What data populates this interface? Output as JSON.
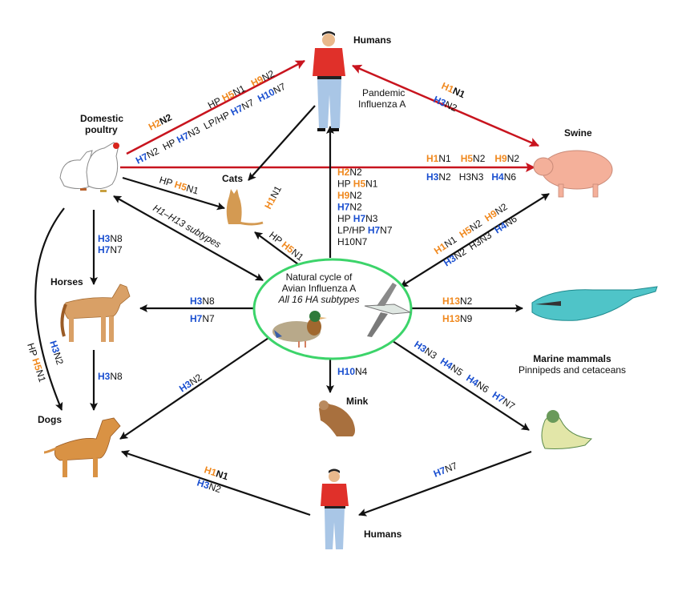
{
  "colors": {
    "orange": "#F0891F",
    "blue": "#1A4FD0",
    "black": "#111111",
    "red_arrow": "#C8141E",
    "center_ellipse": "#3CD46A"
  },
  "center": {
    "line1": "Natural cycle of",
    "line2": "Avian Influenza A",
    "line3": "All 16 HA subtypes"
  },
  "nodes": {
    "humans_top": {
      "title": "Humans",
      "sub1": "Pandemic",
      "sub2": "Influenza A"
    },
    "swine": {
      "title": "Swine"
    },
    "poultry": {
      "title1": "Domestic",
      "title2": "poultry"
    },
    "cats": {
      "title": "Cats"
    },
    "horses": {
      "title": "Horses"
    },
    "dogs": {
      "title": "Dogs"
    },
    "mink": {
      "title": "Mink"
    },
    "marine": {
      "title": "Marine mammals",
      "sub": "Pinnipeds and cetaceans"
    },
    "humans_bottom": {
      "title": "Humans"
    }
  },
  "edges": {
    "poultry_to_humans": {
      "upper": [
        [
          {
            "t": "H2",
            "c": "orange"
          },
          {
            "t": "N2",
            "c": "black",
            "b": true
          }
        ],
        [
          {
            "t": "HP ",
            "c": "black"
          },
          {
            "t": "H5",
            "c": "orange"
          },
          {
            "t": "N1",
            "c": "black"
          }
        ],
        [
          {
            "t": "H9",
            "c": "orange"
          },
          {
            "t": "N2",
            "c": "black"
          }
        ]
      ],
      "lower": [
        [
          {
            "t": "H7",
            "c": "blue"
          },
          {
            "t": "N2",
            "c": "black"
          }
        ],
        [
          {
            "t": "HP ",
            "c": "black"
          },
          {
            "t": "H7",
            "c": "blue"
          },
          {
            "t": "N3",
            "c": "black"
          }
        ],
        [
          {
            "t": "LP/HP ",
            "c": "black"
          },
          {
            "t": "H7",
            "c": "blue"
          },
          {
            "t": "N7",
            "c": "black"
          }
        ],
        [
          {
            "t": "H10",
            "c": "blue"
          },
          {
            "t": "N7",
            "c": "black"
          }
        ]
      ]
    },
    "humans_swine": {
      "upper": [
        [
          {
            "t": "H1",
            "c": "orange"
          },
          {
            "t": "N1",
            "c": "black",
            "b": true
          }
        ]
      ],
      "lower": [
        [
          {
            "t": "H3",
            "c": "blue"
          },
          {
            "t": "N2",
            "c": "black"
          }
        ]
      ]
    },
    "poultry_to_swine": {
      "upper": [
        [
          {
            "t": "H1",
            "c": "orange"
          },
          {
            "t": "N1",
            "c": "black"
          }
        ],
        [
          {
            "t": "H5",
            "c": "orange"
          },
          {
            "t": "N2",
            "c": "black"
          }
        ],
        [
          {
            "t": "H9",
            "c": "orange"
          },
          {
            "t": "N2",
            "c": "black"
          }
        ]
      ],
      "lower": [
        [
          {
            "t": "H3",
            "c": "blue"
          },
          {
            "t": "N2",
            "c": "black"
          }
        ],
        [
          {
            "t": "H3N3",
            "c": "black"
          }
        ],
        [
          {
            "t": "H4",
            "c": "blue"
          },
          {
            "t": "N6",
            "c": "black"
          }
        ]
      ]
    },
    "poultry_to_cats": [
      [
        {
          "t": "HP ",
          "c": "black"
        },
        {
          "t": "H5",
          "c": "orange"
        },
        {
          "t": "N1",
          "c": "black"
        }
      ]
    ],
    "humans_to_cats": [
      [
        {
          "t": "H1",
          "c": "orange"
        },
        {
          "t": "N1",
          "c": "black"
        }
      ]
    ],
    "avian_to_cats": [
      [
        {
          "t": "HP ",
          "c": "black"
        },
        {
          "t": "H5",
          "c": "orange"
        },
        {
          "t": "N1",
          "c": "black"
        }
      ]
    ],
    "avian_poultry": [
      [
        {
          "t": "H1–H13 subtypes",
          "c": "black",
          "i": true
        }
      ]
    ],
    "avian_to_humans": [
      [
        {
          "t": "H2",
          "c": "orange"
        },
        {
          "t": "N2",
          "c": "black"
        }
      ],
      [
        {
          "t": "HP ",
          "c": "black"
        },
        {
          "t": "H5",
          "c": "orange"
        },
        {
          "t": "N1",
          "c": "black"
        }
      ],
      [
        {
          "t": "H9",
          "c": "orange"
        },
        {
          "t": "N2",
          "c": "black"
        }
      ],
      [
        {
          "t": "H7",
          "c": "blue"
        },
        {
          "t": "N2",
          "c": "black"
        }
      ],
      [
        {
          "t": "HP ",
          "c": "black"
        },
        {
          "t": "H7",
          "c": "blue"
        },
        {
          "t": "N3",
          "c": "black"
        }
      ],
      [
        {
          "t": "LP/HP ",
          "c": "black"
        },
        {
          "t": "H7",
          "c": "blue"
        },
        {
          "t": "N7",
          "c": "black"
        }
      ],
      [
        {
          "t": "H10N7",
          "c": "black"
        }
      ]
    ],
    "avian_swine": {
      "upper": [
        [
          {
            "t": "H1",
            "c": "orange"
          },
          {
            "t": "N1",
            "c": "black"
          }
        ],
        [
          {
            "t": "H5",
            "c": "orange"
          },
          {
            "t": "N2",
            "c": "black"
          }
        ],
        [
          {
            "t": "H9",
            "c": "orange"
          },
          {
            "t": "N2",
            "c": "black"
          }
        ]
      ],
      "lower": [
        [
          {
            "t": "H3",
            "c": "blue"
          },
          {
            "t": "N2",
            "c": "black"
          }
        ],
        [
          {
            "t": "H3N3",
            "c": "black"
          }
        ],
        [
          {
            "t": "H4",
            "c": "blue"
          },
          {
            "t": "N6",
            "c": "black"
          }
        ]
      ]
    },
    "poultry_to_horses": [
      [
        {
          "t": "H3",
          "c": "blue"
        },
        {
          "t": "N8",
          "c": "black"
        }
      ],
      [
        {
          "t": "H7",
          "c": "blue"
        },
        {
          "t": "N7",
          "c": "black"
        }
      ]
    ],
    "avian_to_horses": {
      "upper": [
        [
          {
            "t": "H3",
            "c": "blue"
          },
          {
            "t": "N8",
            "c": "black"
          }
        ]
      ],
      "lower": [
        [
          {
            "t": "H7",
            "c": "blue"
          },
          {
            "t": "N7",
            "c": "black"
          }
        ]
      ]
    },
    "avian_to_marine": {
      "upper": [
        [
          {
            "t": "H13",
            "c": "orange"
          },
          {
            "t": "N2",
            "c": "black"
          }
        ]
      ],
      "lower": [
        [
          {
            "t": "H13",
            "c": "orange"
          },
          {
            "t": "N9",
            "c": "black"
          }
        ]
      ]
    },
    "horses_to_dogs": [
      [
        {
          "t": "H3",
          "c": "blue"
        },
        {
          "t": "N8",
          "c": "black"
        }
      ]
    ],
    "poultry_to_dogs": {
      "outer": [
        [
          {
            "t": "HP ",
            "c": "black"
          },
          {
            "t": "H5",
            "c": "orange"
          },
          {
            "t": "N1",
            "c": "black"
          }
        ]
      ],
      "inner": [
        [
          {
            "t": "H3",
            "c": "blue"
          },
          {
            "t": "N2",
            "c": "black"
          }
        ]
      ]
    },
    "avian_to_dogs": [
      [
        {
          "t": "H3",
          "c": "blue"
        },
        {
          "t": "N2",
          "c": "black"
        }
      ]
    ],
    "avian_to_mink": [
      [
        {
          "t": "H10",
          "c": "blue"
        },
        {
          "t": "N4",
          "c": "black"
        }
      ]
    ],
    "avian_to_seal": [
      [
        {
          "t": "H3",
          "c": "blue"
        },
        {
          "t": "N3",
          "c": "black"
        }
      ],
      [
        {
          "t": "H4",
          "c": "blue"
        },
        {
          "t": "N5",
          "c": "black"
        }
      ],
      [
        {
          "t": "H4",
          "c": "blue"
        },
        {
          "t": "N6",
          "c": "black"
        }
      ],
      [
        {
          "t": "H7",
          "c": "blue"
        },
        {
          "t": "N7",
          "c": "black"
        }
      ]
    ],
    "humans_to_dogs": {
      "upper": [
        [
          {
            "t": "H1",
            "c": "orange"
          },
          {
            "t": "N1",
            "c": "black",
            "b": true
          }
        ]
      ],
      "lower": [
        [
          {
            "t": "H3",
            "c": "blue"
          },
          {
            "t": "N2",
            "c": "black"
          }
        ]
      ]
    },
    "seal_to_humans": [
      [
        {
          "t": "H7",
          "c": "blue"
        },
        {
          "t": "N7",
          "c": "black"
        }
      ]
    ]
  }
}
